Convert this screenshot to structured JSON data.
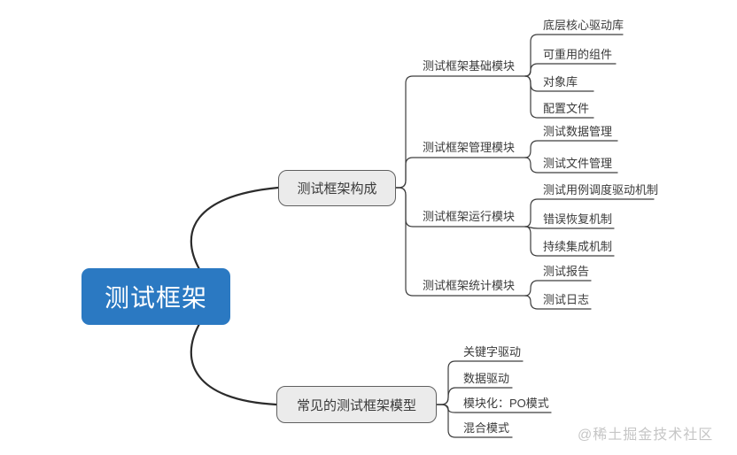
{
  "page": {
    "watermark": "@稀土掘金技术社区"
  },
  "colors": {
    "root_fill": "#2b79c2",
    "root_text": "#ffffff",
    "branch_fill": "#ebebeb",
    "branch_border": "#5f5f5f",
    "line": "#3d3d3d",
    "watermark": "#c6c6c6"
  },
  "mindmap": {
    "root": {
      "label": "测试框架"
    },
    "branches": [
      {
        "label": "测试框架构成",
        "children": [
          {
            "label": "测试框架基础模块",
            "children": [
              "底层核心驱动库",
              "可重用的组件",
              "对象库",
              "配置文件"
            ]
          },
          {
            "label": "测试框架管理模块",
            "children": [
              "测试数据管理",
              "测试文件管理"
            ]
          },
          {
            "label": "测试框架运行模块",
            "children": [
              "测试用例调度驱动机制",
              "错误恢复机制",
              "持续集成机制"
            ]
          },
          {
            "label": "测试框架统计模块",
            "children": [
              "测试报告",
              "测试日志"
            ]
          }
        ]
      },
      {
        "label": "常见的测试框架模型",
        "children": [
          "关键字驱动",
          "数据驱动",
          "模块化：PO模式",
          "混合模式"
        ]
      }
    ]
  }
}
